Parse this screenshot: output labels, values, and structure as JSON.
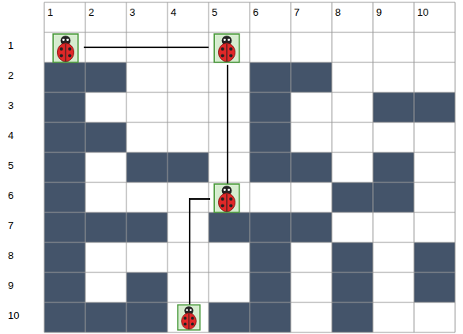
{
  "diagram": {
    "labels": [
      "1",
      "2",
      "3",
      "4",
      "5",
      "6",
      "7",
      "8",
      "9",
      "10",
      "1",
      "2",
      "3",
      "4",
      "5",
      "6",
      "7",
      "8",
      "9",
      "10"
    ]
  }
}
